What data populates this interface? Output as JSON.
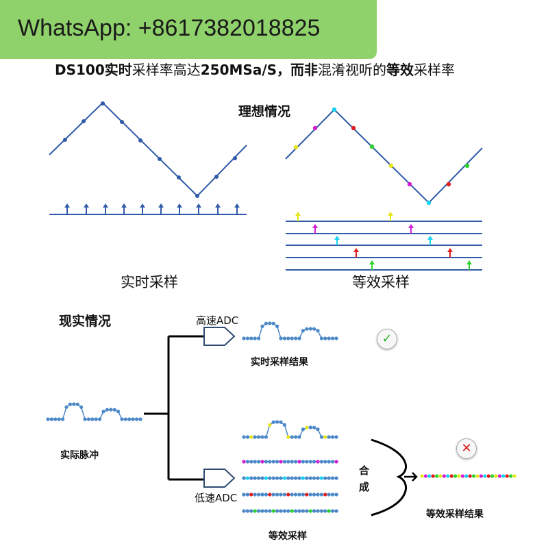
{
  "banner": {
    "text": "WhatsApp: +8617382018825",
    "color": "#8fd16a"
  },
  "headline": {
    "part1_bold": "DS100实时",
    "part2": "采样率高达",
    "part3_bold": "250MSa/S，而非",
    "part4": "混淆视听的",
    "part5_bold": "等效",
    "part6": "采样率"
  },
  "ideal": {
    "title": "理想情况",
    "realtime_label": "实时采样",
    "equivalent_label": "等效采样"
  },
  "real": {
    "title": "现实情况",
    "pulse_label": "实际脉冲",
    "high_adc_label": "高速ADC",
    "low_adc_label": "低速ADC",
    "realtime_result_label": "实时采样结果",
    "equivalent_sampling_label": "等效采样",
    "compose_char1": "合",
    "compose_char2": "成",
    "equivalent_result_label": "等效采样结果",
    "ok_icon": "check-icon",
    "fail_icon": "cross-icon"
  },
  "colors": {
    "line": "#2f5aa8",
    "dot": "#4b88c8",
    "yellow": "#e6e619",
    "magenta": "#d21ed2",
    "cyan": "#19d2f0",
    "red": "#e11e1e",
    "green": "#2ed22e"
  }
}
